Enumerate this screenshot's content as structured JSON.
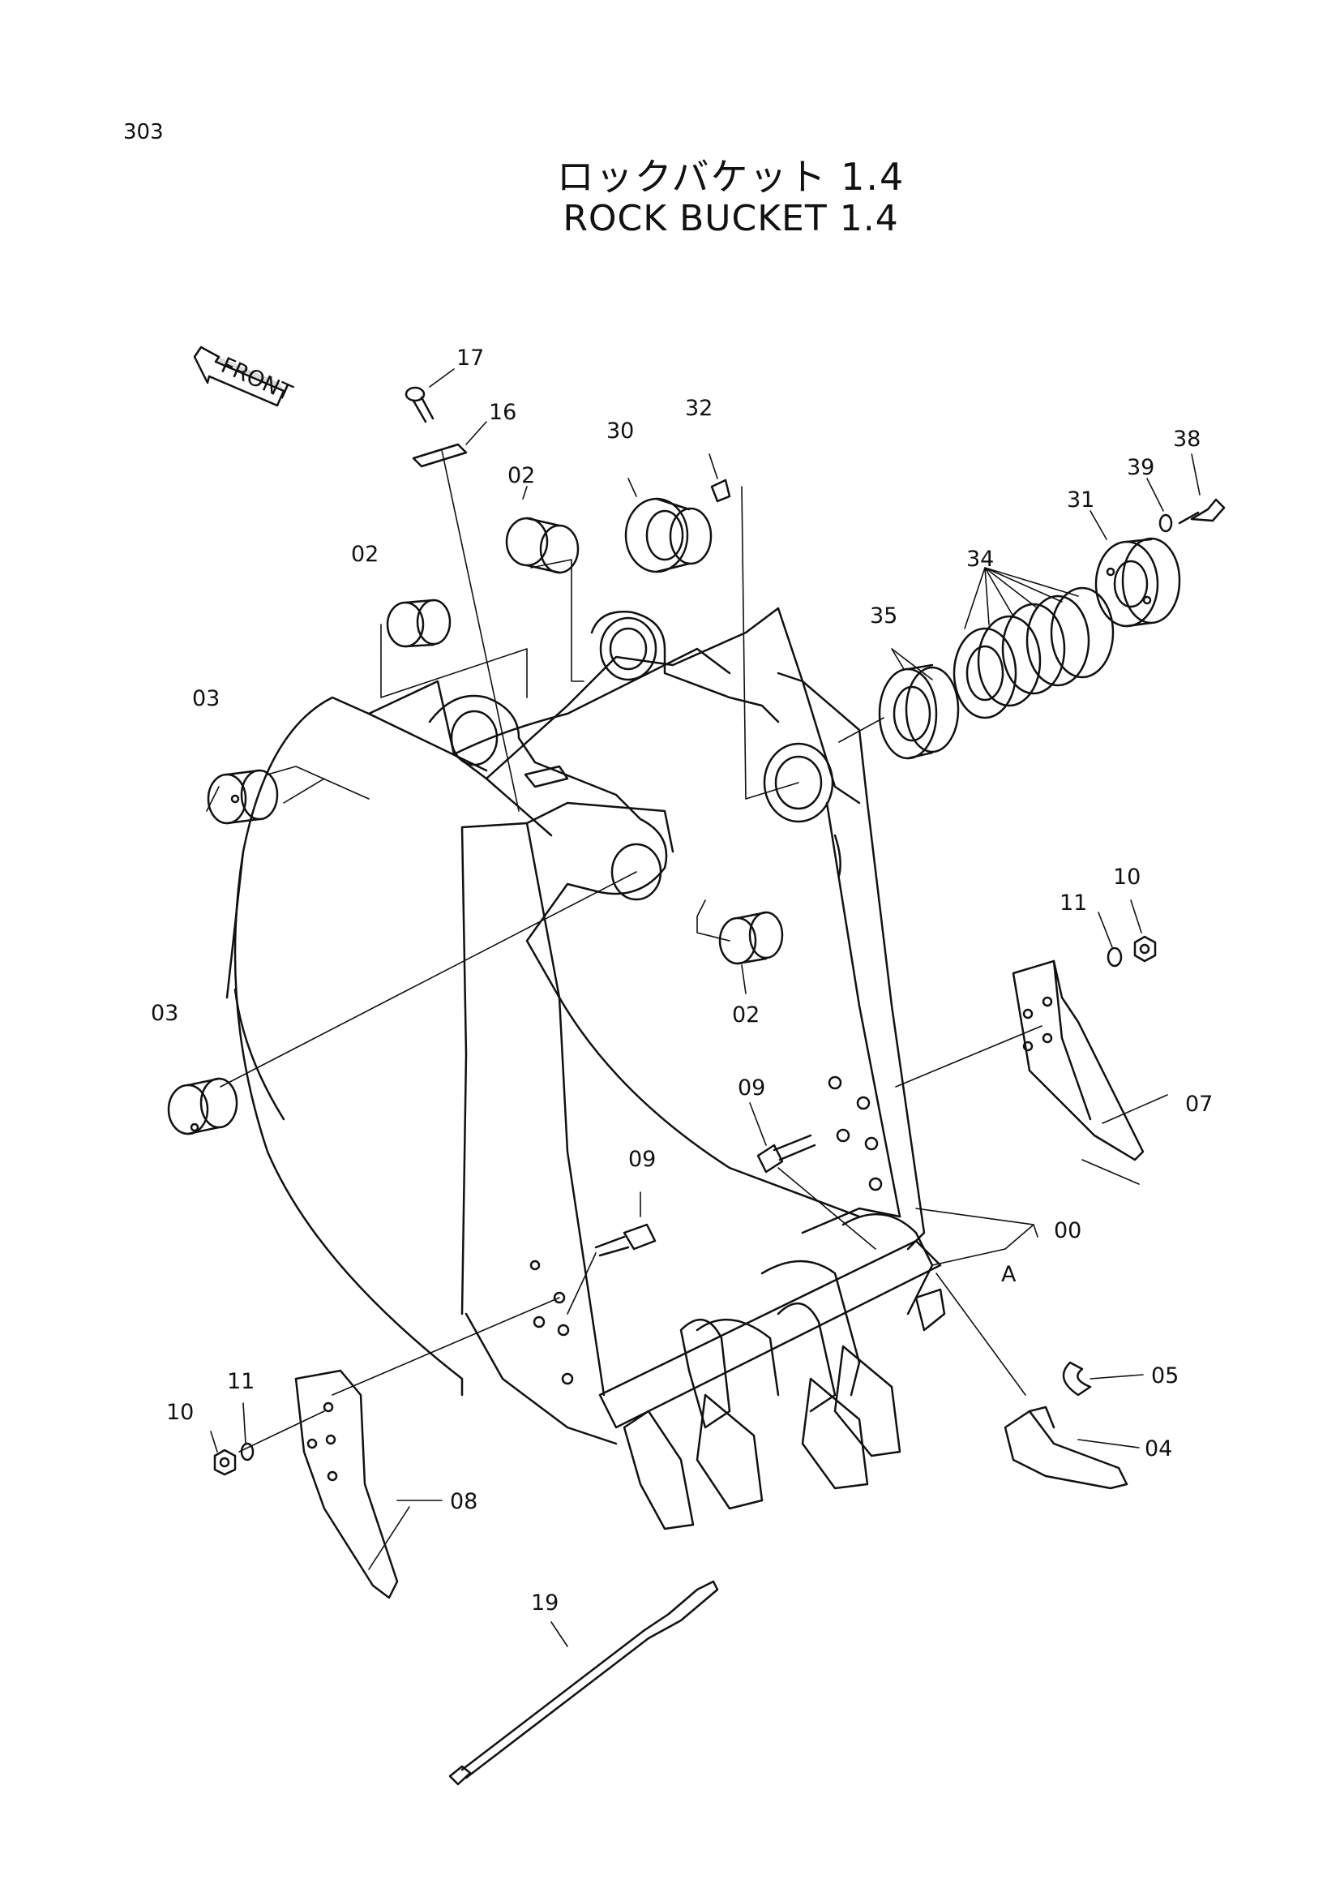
{
  "page_number": "303",
  "title_jp": "ロックバケット 1.4",
  "title_en": "ROCK BUCKET 1.4",
  "front_arrow_label": "FRONT",
  "callouts": {
    "c00": "00",
    "cA": "A",
    "c02a": "02",
    "c02b": "02",
    "c02c": "02",
    "c03a": "03",
    "c03b": "03",
    "c04": "04",
    "c05": "05",
    "c07": "07",
    "c08": "08",
    "c09a": "09",
    "c09b": "09",
    "c10a": "10",
    "c10b": "10",
    "c11a": "11",
    "c11b": "11",
    "c16": "16",
    "c17": "17",
    "c19": "19",
    "c30": "30",
    "c31": "31",
    "c32": "32",
    "c34": "34",
    "c35": "35",
    "c38": "38",
    "c39": "39"
  },
  "icons": [
    "front-arrow-icon"
  ]
}
